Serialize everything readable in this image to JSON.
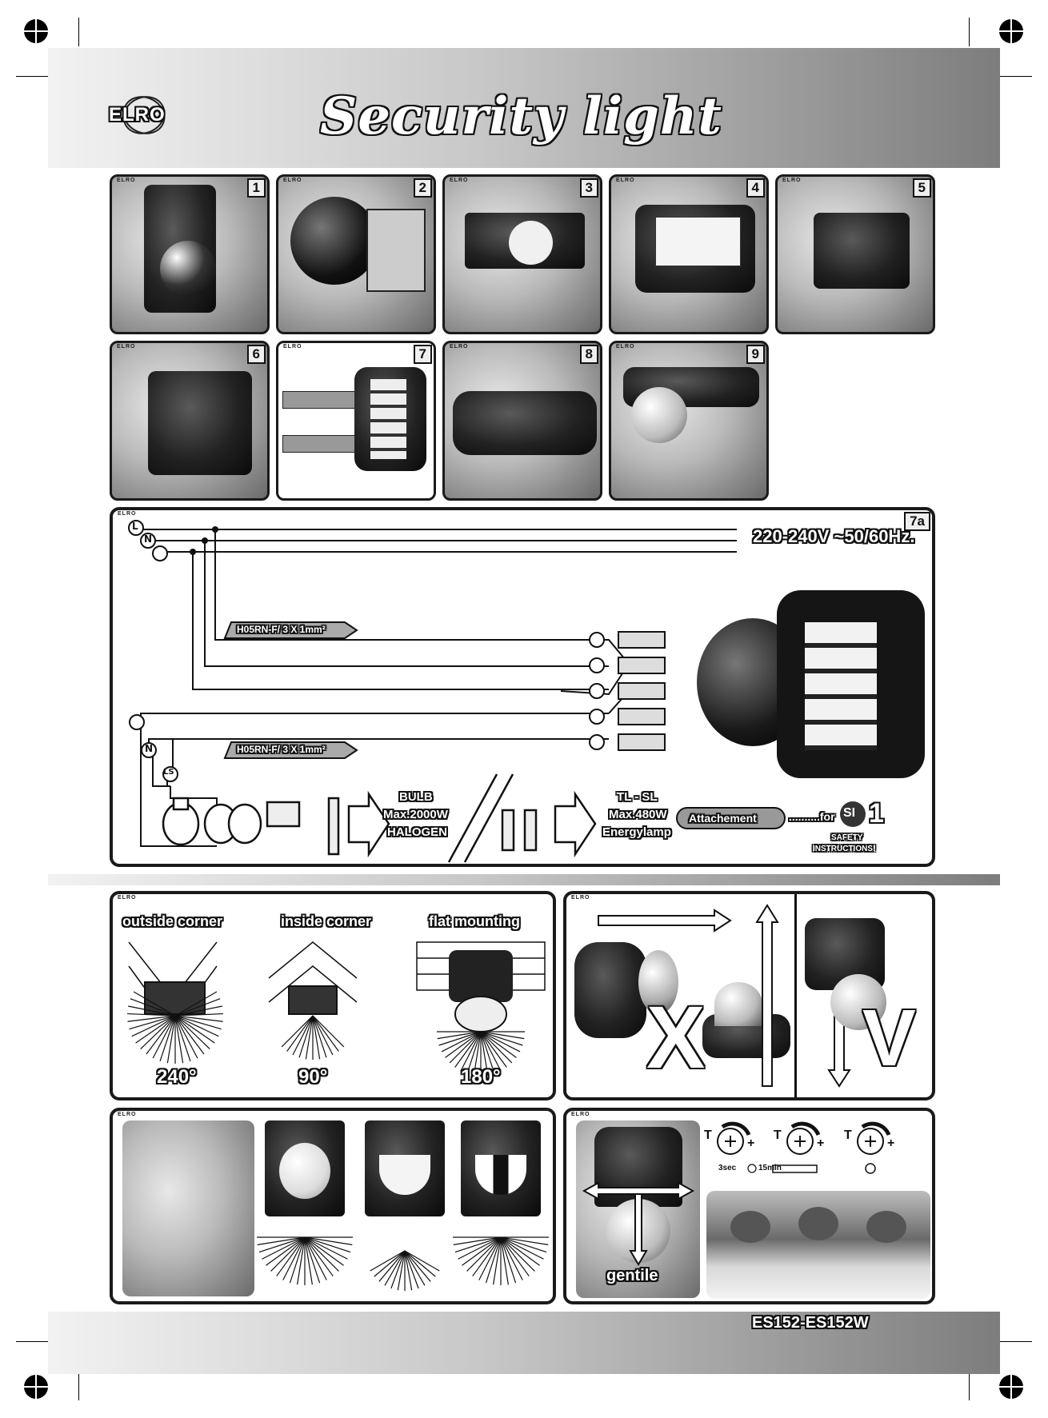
{
  "header": {
    "brand": "ELRO",
    "title": "Security light"
  },
  "steps": [
    {
      "num": "1"
    },
    {
      "num": "2"
    },
    {
      "num": "3"
    },
    {
      "num": "4"
    },
    {
      "num": "5"
    },
    {
      "num": "6"
    },
    {
      "num": "7"
    },
    {
      "num": "8"
    },
    {
      "num": "9"
    }
  ],
  "panel_tag": "ELRO",
  "wiring": {
    "num": "7a",
    "voltage": "220-240V ~50/60Hz.",
    "terminal_l": "L",
    "terminal_n": "N",
    "terminal_ls": "LS",
    "cable_top": "H05RN-F/ 3 X 1mm²",
    "cable_bottom": "H05RN-F/ 3 X 1mm²",
    "bulb_label": "BULB",
    "bulb_max": "Max.2000W",
    "bulb_type": "HALOGEN",
    "tl_label": "TL - SL",
    "tl_max": "Max.480W",
    "tl_type": "Energylamp",
    "attachment_label": "Attachement",
    "attachment_for": "..........for",
    "si_badge": "SI",
    "si_number": "1",
    "safety_line1": "SAFETY",
    "safety_line2": "INSTRUCTIONS!"
  },
  "mounting": {
    "outside_label": "outside corner",
    "outside_angle": "240°",
    "inside_label": "inside corner",
    "inside_angle": "90°",
    "flat_label": "flat mounting",
    "flat_angle": "180°"
  },
  "orientation": {
    "wrong_mark": "X",
    "right_mark": "V"
  },
  "adjust": {
    "gentile": "gentile",
    "knob1_t": "T",
    "knob1_plus": "+",
    "knob1_min": "3sec",
    "knob1_max": "15min",
    "knob2_t": "T",
    "knob2_plus": "+",
    "knob3_t": "T",
    "knob3_plus": "+"
  },
  "footer": {
    "model": "ES152-ES152W"
  },
  "colors": {
    "ink": "#111111",
    "band_light": "#f2f2f2",
    "band_dark": "#7d7d7d"
  }
}
